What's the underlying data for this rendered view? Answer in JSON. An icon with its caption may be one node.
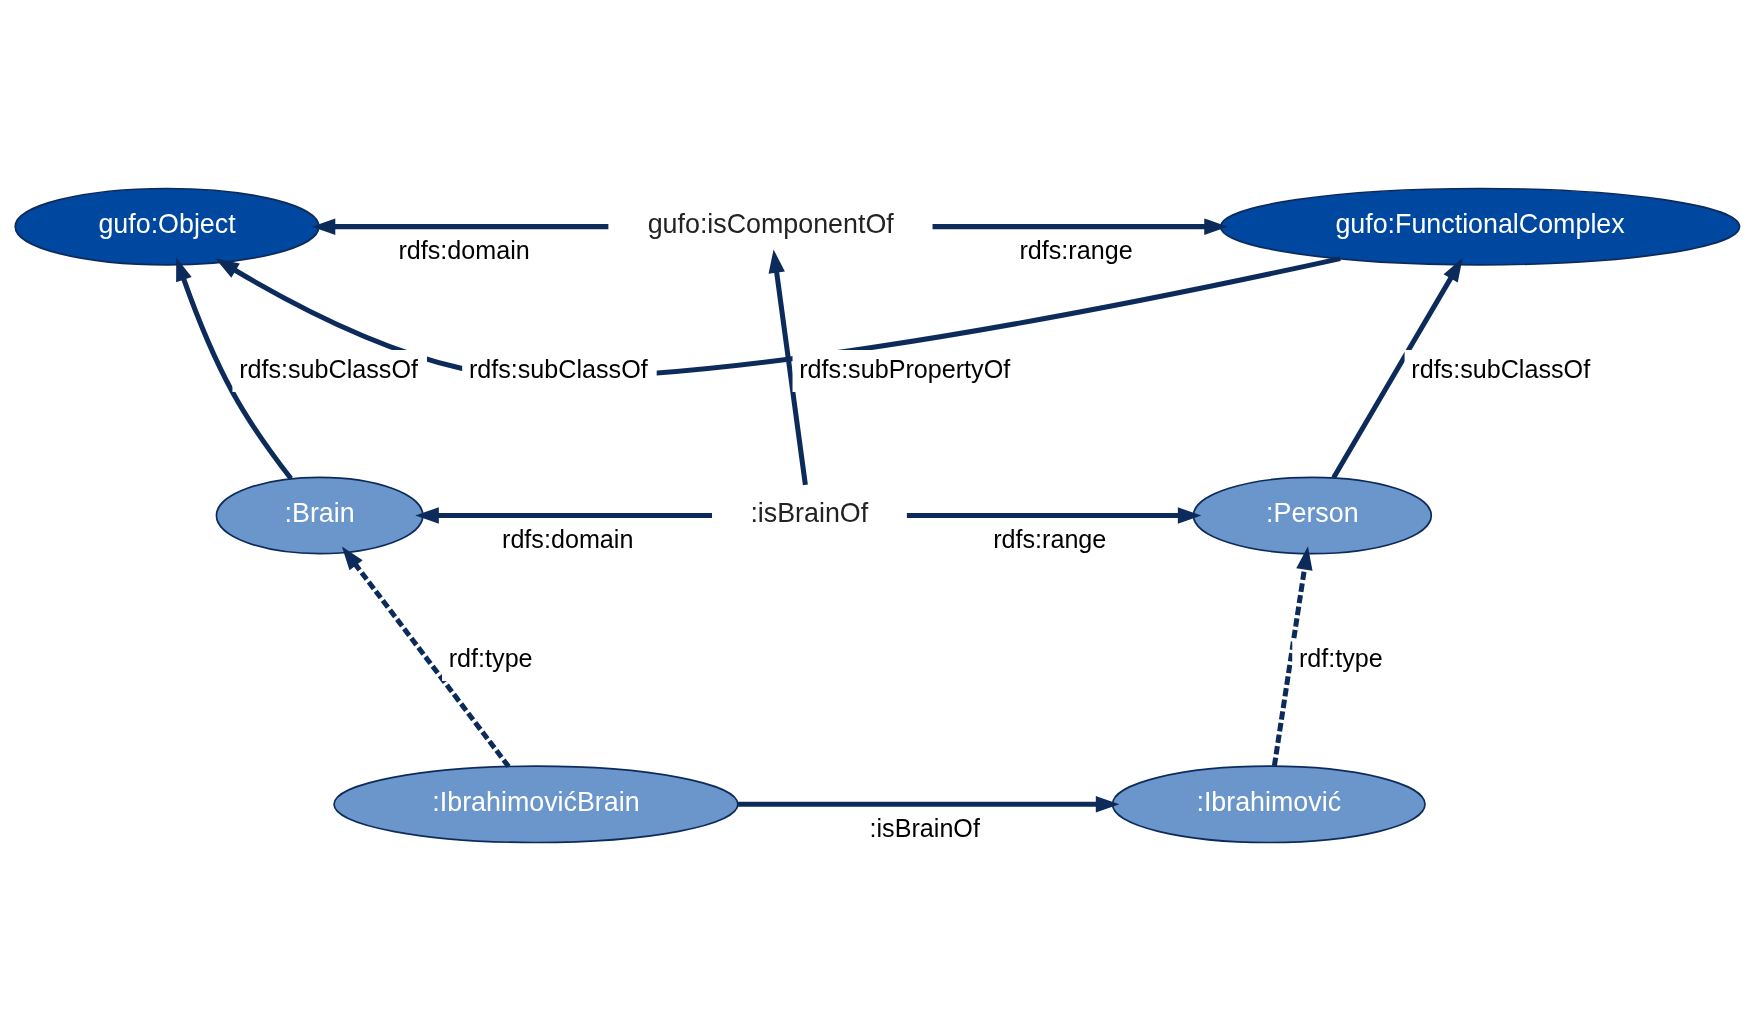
{
  "diagram": {
    "nodes": [
      {
        "text": [
          "gufo:Object"
        ]
      },
      {
        "text": [
          "gufo:isComponentOf"
        ]
      },
      {
        "text": [
          "gufo:FunctionalComplex"
        ]
      },
      {
        "text": [
          ":Brain"
        ]
      },
      {
        "text": [
          ":isBrainOf"
        ]
      },
      {
        "text": [
          ":Person"
        ]
      },
      {
        "text": [
          ":IbrahimovićBrain"
        ]
      },
      {
        "text": [
          ":Ibrahimović"
        ]
      }
    ],
    "edges": [
      {
        "from": 2,
        "to": 0,
        "arrow": "to",
        "label": "rdfs:subClassOf"
      },
      {
        "from": 1,
        "to": 0,
        "arrow": "to",
        "label": "rdfs:domain"
      },
      {
        "from": 1,
        "to": 2,
        "arrow": "to",
        "label": "rdfs:range"
      },
      {
        "from": 3,
        "to": 0,
        "arrow": "to",
        "label": "rdfs:subClassOf"
      },
      {
        "from": 4,
        "to": 1,
        "arrow": "to",
        "label": "rdfs:subPropertyOf"
      },
      {
        "from": 5,
        "to": 2,
        "arrow": "to",
        "label": "rdfs:subClassOf"
      },
      {
        "from": 4,
        "to": 3,
        "arrow": "to",
        "label": "rdfs:domain"
      },
      {
        "from": 4,
        "to": 5,
        "arrow": "to",
        "label": "rdfs:range"
      },
      {
        "from": 6,
        "to": 3,
        "arrow": "to",
        "label": "rdf:type",
        "style": "dashed"
      },
      {
        "from": 7,
        "to": 5,
        "arrow": "to",
        "label": "rdf:type",
        "style": "dashed"
      },
      {
        "from": 6,
        "to": 7,
        "arrow": "to",
        "label": ":isBrainOf"
      }
    ]
  }
}
